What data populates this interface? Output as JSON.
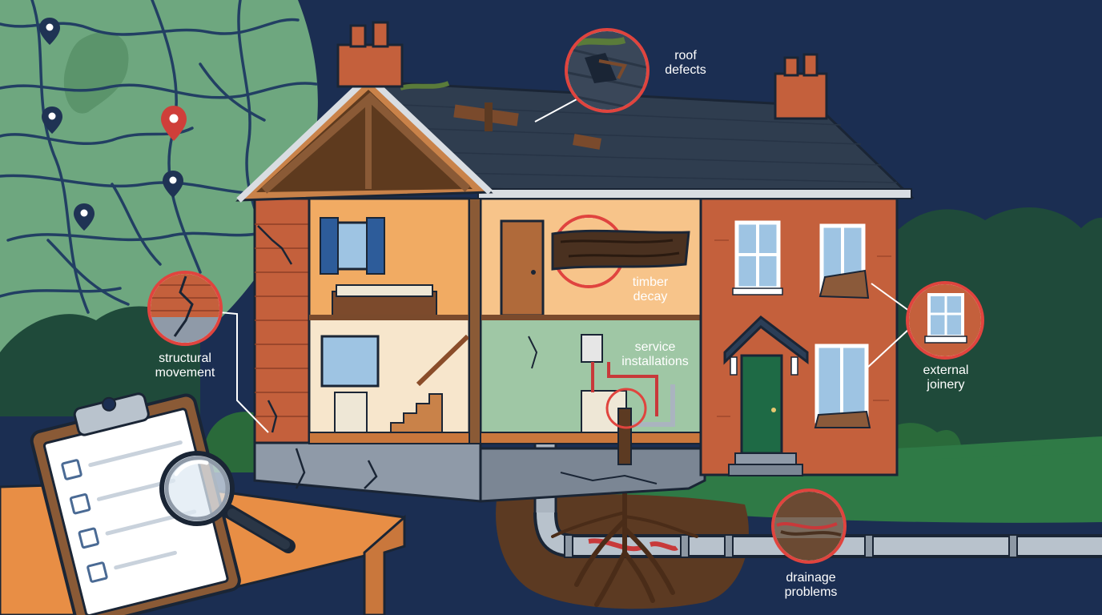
{
  "colors": {
    "night_sky": "#1b2e52",
    "map_green": "#6ea77f",
    "road_lines": "#223f63",
    "brick": "#c4603c",
    "roof": "#2f3d4f",
    "room_warm": "#f1ab63",
    "room_green": "#9fc7a5",
    "ground": "#2f7a46",
    "soil": "#5c3a22",
    "callout_ring": "#e0443e",
    "table": "#e88e45",
    "clipboard": "#8a5a36"
  },
  "callouts": {
    "roof": {
      "line1": "roof",
      "line2": "defects"
    },
    "timber": {
      "line1": "timber",
      "line2": "decay"
    },
    "services": {
      "line1": "service",
      "line2": "installations"
    },
    "structural": {
      "line1": "structural",
      "line2": "movement"
    },
    "joinery": {
      "line1": "external",
      "line2": "joinery"
    },
    "drainage": {
      "line1": "drainage",
      "line2": "problems"
    }
  },
  "map": {
    "pins": [
      "location-pin",
      "location-pin",
      "location-pin-highlighted",
      "location-pin",
      "location-pin"
    ]
  },
  "icons": [
    "magnifying-glass-icon",
    "clipboard-icon",
    "checkbox-icon"
  ]
}
